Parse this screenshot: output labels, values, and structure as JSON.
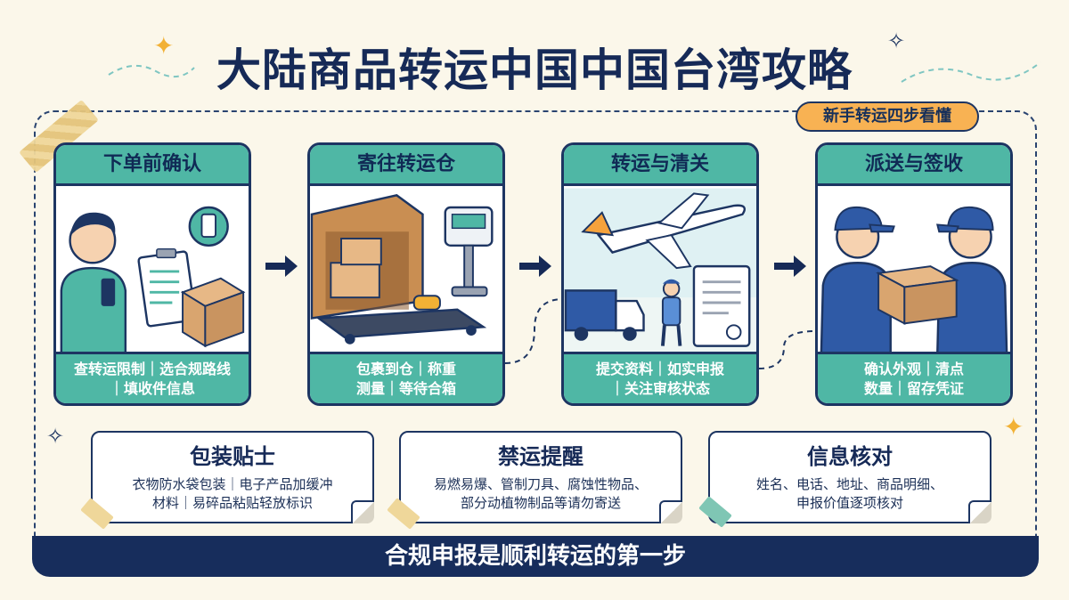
{
  "title": "大陆商品转运中国中国台湾攻略",
  "badge": "新手转运四步看懂",
  "steps": [
    {
      "title": "下单前确认",
      "line1": "查转运限制｜选合规路线",
      "line2": "｜填收件信息"
    },
    {
      "title": "寄往转运仓",
      "line1": "包裹到仓｜称重",
      "line2": "测量｜等待合箱"
    },
    {
      "title": "转运与清关",
      "line1": "提交资料｜如实申报",
      "line2": "｜关注审核状态"
    },
    {
      "title": "派送与签收",
      "line1": "确认外观｜清点",
      "line2": "数量｜留存凭证"
    }
  ],
  "tips": [
    {
      "title": "包装贴士",
      "line1": "衣物防水袋包装｜电子产品加缓冲",
      "line2": "材料｜易碎品粘贴轻放标识"
    },
    {
      "title": "禁运提醒",
      "line1": "易燃易爆、管制刀具、腐蚀性物品、",
      "line2": "部分动植物制品等请勿寄送"
    },
    {
      "title": "信息核对",
      "line1": "姓名、电话、地址、商品明细、",
      "line2": "申报价值逐项核对"
    }
  ],
  "footer": "合规申报是顺利转运的第一步",
  "colors": {
    "navy": "#162a57",
    "teal": "#4fb7a5",
    "orange": "#f8b253",
    "background": "#fbf7ea"
  }
}
